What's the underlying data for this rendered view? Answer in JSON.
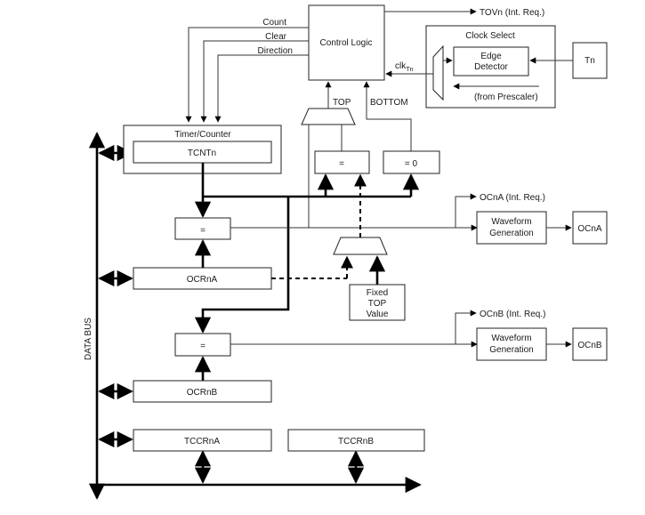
{
  "blocks": {
    "control_logic": "Control Logic",
    "clock_select": "Clock Select",
    "edge_detector_line1": "Edge",
    "edge_detector_line2": "Detector",
    "from_prescaler": "(from Prescaler)",
    "tn": "Tn",
    "timer_counter": "Timer/Counter",
    "tcnt": "TCNTn",
    "eq_top": "=",
    "eq_zero": "= 0",
    "cmp_a": "=",
    "cmp_b": "=",
    "ocra": "OCRnA",
    "ocrb": "OCRnB",
    "tccra": "TCCRnA",
    "tccrb": "TCCRnB",
    "fixed_top_line1": "Fixed",
    "fixed_top_line2": "TOP",
    "fixed_top_line3": "Value",
    "wave_a_line1": "Waveform",
    "wave_a_line2": "Generation",
    "wave_b_line1": "Waveform",
    "wave_b_line2": "Generation",
    "out_a": "OCnA",
    "out_b": "OCnB"
  },
  "signals": {
    "count": "Count",
    "clear": "Clear",
    "direction": "Direction",
    "tov": "TOVn (Int. Req.)",
    "clk": "clk",
    "clk_sub": "Tn",
    "top": "TOP",
    "bottom": "BOTTOM",
    "oca_int": "OCnA (Int. Req.)",
    "ocb_int": "OCnB (Int. Req.)",
    "data_bus": "DATA BUS"
  }
}
